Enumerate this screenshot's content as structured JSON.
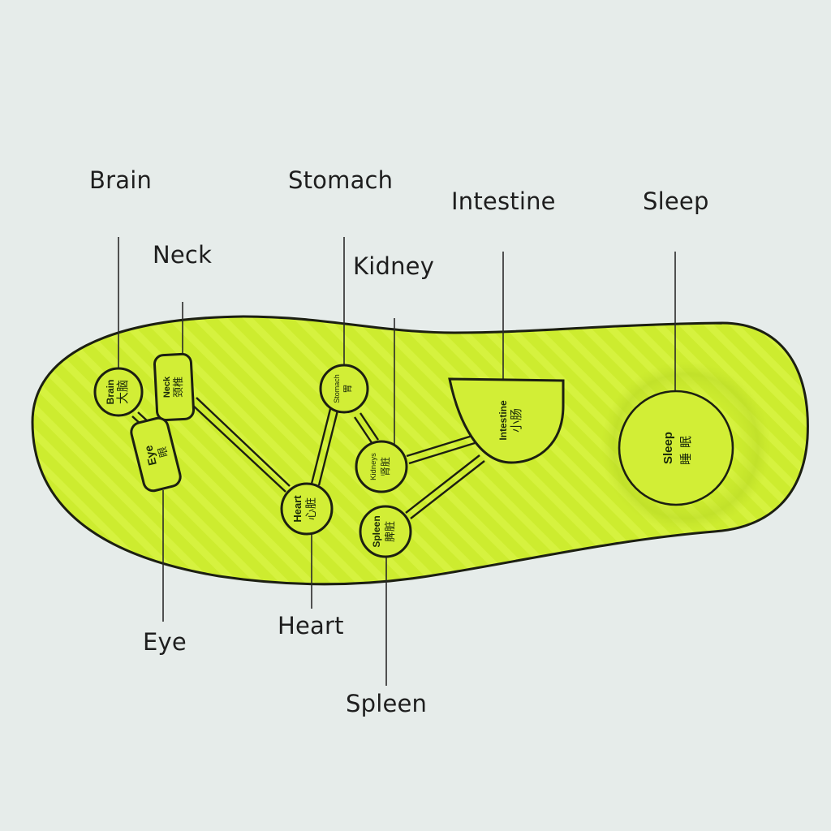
{
  "diagram": {
    "title": "Foot reflexology insole map",
    "colors": {
      "background": "#e6ecea",
      "insole_fill": "#cdec2f",
      "insole_stripe": "#d9f24d",
      "outline": "#1c1f12",
      "leader_line": "#2a2a2a",
      "label_text": "#1e1e1e"
    },
    "callouts": {
      "brain": "Brain",
      "neck": "Neck",
      "stomach": "Stomach",
      "kidney": "Kidney",
      "intestine": "Intestine",
      "sleep": "Sleep",
      "eye": "Eye",
      "heart": "Heart",
      "spleen": "Spleen"
    },
    "nodes": {
      "brain": {
        "en": "Brain",
        "zh": "大脑"
      },
      "neck": {
        "en": "Neck",
        "zh": "颈椎"
      },
      "eye": {
        "en": "Eye",
        "zh": "眼"
      },
      "stomach": {
        "en": "Stomach",
        "zh": "胃"
      },
      "kidney": {
        "en": "Kidneys",
        "zh": "肾脏"
      },
      "heart": {
        "en": "Heart",
        "zh": "心脏"
      },
      "spleen": {
        "en": "Spleen",
        "zh": "脾脏"
      },
      "intestine": {
        "en": "Intestine",
        "zh": "小肠"
      },
      "sleep": {
        "en": "Sleep",
        "zh": "睡眠"
      }
    },
    "connections": [
      [
        "brain",
        "eye"
      ],
      [
        "neck",
        "heart"
      ],
      [
        "stomach",
        "heart"
      ],
      [
        "stomach",
        "kidney"
      ],
      [
        "kidney",
        "intestine"
      ],
      [
        "spleen",
        "intestine"
      ]
    ]
  }
}
